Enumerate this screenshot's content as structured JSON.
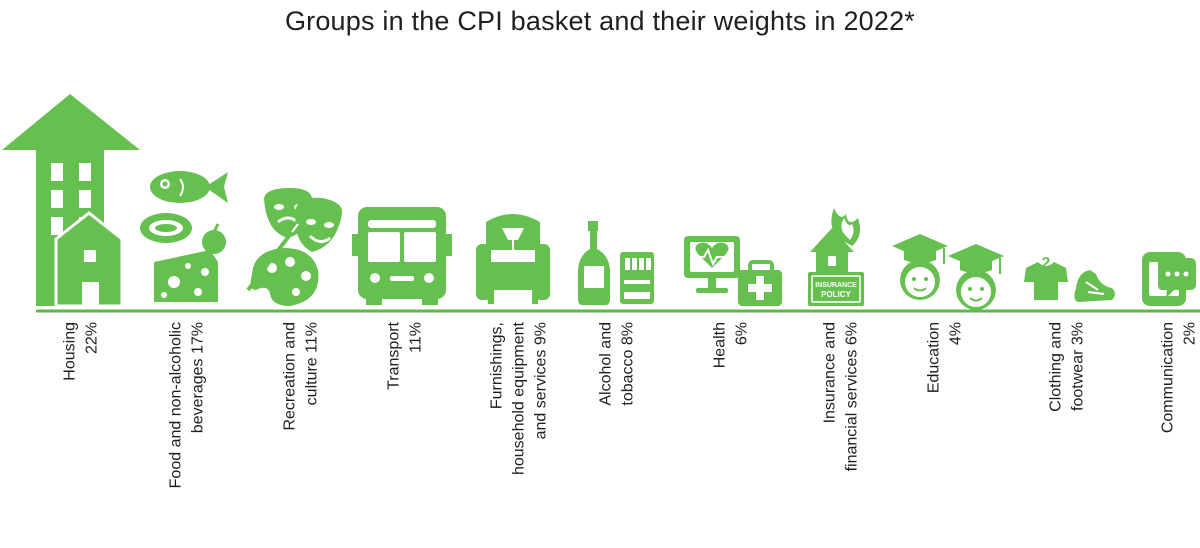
{
  "chart_data": {
    "type": "bar",
    "title": "Groups in the CPI basket and their weights in 2022*",
    "unit": "%",
    "colors": {
      "icon": "#66c04f",
      "baseline": "#5cb946",
      "text": "#1f1f1f"
    },
    "categories": [
      "Housing",
      "Food and non-alcoholic beverages",
      "Recreation and culture",
      "Transport",
      "Furnishings, household equipment and services",
      "Alcohol and tobacco",
      "Health",
      "Insurance and financial services",
      "Education",
      "Clothing and footwear",
      "Communication"
    ],
    "values": [
      22,
      17,
      11,
      11,
      9,
      8,
      6,
      6,
      4,
      3,
      2
    ],
    "labels": [
      [
        "Housing",
        "22%"
      ],
      [
        "Food and non-alcoholic",
        "beverages 17%"
      ],
      [
        "Recreation and",
        "culture 11%"
      ],
      [
        "Transport",
        "11%"
      ],
      [
        "Furnishings,",
        "household equipment",
        "and services 9%"
      ],
      [
        "Alcohol and",
        "tobacco 8%"
      ],
      [
        "Health",
        "6%"
      ],
      [
        "Insurance and",
        "financial services 6%"
      ],
      [
        "Education",
        "4%"
      ],
      [
        "Clothing and",
        "footwear 3%"
      ],
      [
        "Communication",
        "2%"
      ]
    ],
    "icons": [
      "house-tower-icon",
      "food-fish-meat-cheese-icon",
      "theatre-masks-palette-icon",
      "bus-icon",
      "armchair-lamp-icon",
      "bottle-cigarettes-icon",
      "heart-monitor-medkit-icon",
      "insurance-policy-house-fire-icon",
      "graduates-icon",
      "clothing-shoe-icon",
      "mobile-chat-icon"
    ]
  }
}
